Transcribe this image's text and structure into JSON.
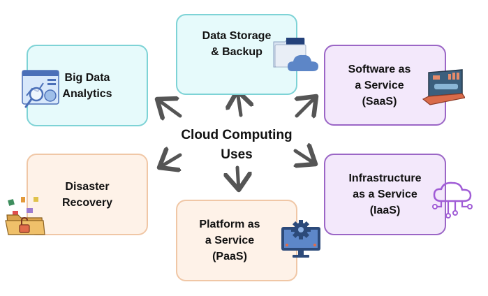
{
  "center_title": "Cloud Computing\nUses",
  "nodes": {
    "big_data": "Big Data\nAnalytics",
    "storage": "Data Storage\n& Backup",
    "saas": "Software as\na Service\n(SaaS)",
    "disaster": "Disaster\nRecovery",
    "paas": "Platform as\na Service\n(PaaS)",
    "iaas": "Infrastructure\nas a Service\n(IaaS)"
  },
  "colors": {
    "teal_fill": "#e6fafb",
    "teal_border": "#7ed3d6",
    "purple_fill": "#f3e8fb",
    "purple_border": "#9b66c6",
    "peach_fill": "#fef2e8",
    "peach_border": "#f0c7a6",
    "arrow": "#555555"
  },
  "icons": [
    "analytics-dashboard-icon",
    "folder-cloud-icon",
    "laptop-charts-icon",
    "open-lock-folder-icon",
    "monitor-gear-icon",
    "cloud-network-icon"
  ]
}
